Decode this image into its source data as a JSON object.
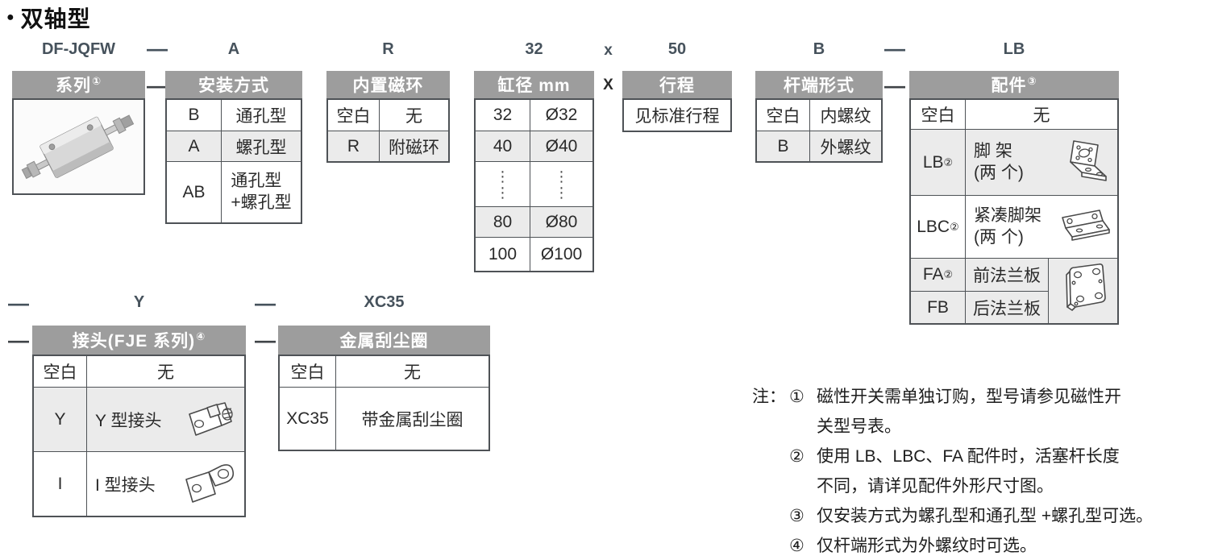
{
  "title": {
    "bullet": "●",
    "text": "双轴型"
  },
  "code_line1": {
    "series": "DF-JQFW",
    "dash1": "—",
    "mounting": "A",
    "magnet": "R",
    "bore": "32",
    "times": "x",
    "stroke": "50",
    "rod_end": "B",
    "dash2": "—",
    "accessory": "LB"
  },
  "code_line2": {
    "dash1": "—",
    "joint": "Y",
    "dash2": "—",
    "wiper": "XC35"
  },
  "connectors": {
    "header_dash1": "—",
    "header_times": "X",
    "header_dash2": "—",
    "row2_code_dash1": "—",
    "row2_code_dash2": "—",
    "row2_header_dash1": "—",
    "row2_header_dash2": "—"
  },
  "tables": {
    "series": {
      "header": "系列",
      "header_sup": "①",
      "image": "double-rod-compact-cylinder-photo"
    },
    "mounting": {
      "header": "安装方式",
      "rows": [
        {
          "code": "B",
          "label": "通孔型"
        },
        {
          "code": "A",
          "label": "螺孔型"
        },
        {
          "code": "AB",
          "label": "通孔型",
          "label2": "+螺孔型"
        }
      ]
    },
    "magnet": {
      "header": "内置磁环",
      "rows": [
        {
          "code": "空白",
          "label": "无"
        },
        {
          "code": "R",
          "label": "附磁环"
        }
      ]
    },
    "bore": {
      "header": "缸径 mm",
      "rows": [
        {
          "code": "32",
          "label": "Ø32"
        },
        {
          "code": "40",
          "label": "Ø40"
        },
        {
          "code": "⋮\n⋮",
          "label": "⋮\n⋮"
        },
        {
          "code": "80",
          "label": "Ø80"
        },
        {
          "code": "100",
          "label": "Ø100"
        }
      ]
    },
    "stroke": {
      "header": "行程",
      "rows": [
        {
          "label": "见标准行程"
        }
      ]
    },
    "rod_end": {
      "header": "杆端形式",
      "rows": [
        {
          "code": "空白",
          "label": "内螺纹"
        },
        {
          "code": "B",
          "label": "外螺纹"
        }
      ]
    },
    "accessory": {
      "header": "配件",
      "header_sup": "③",
      "rows": [
        {
          "code": "空白",
          "label": "无"
        },
        {
          "code": "LB",
          "code_sup": "②",
          "label": "脚 架",
          "label2": "(两 个)",
          "icon": "foot-bracket-icon"
        },
        {
          "code": "LBC",
          "code_sup": "②",
          "label": "紧凑脚架",
          "label2": "(两 个)",
          "icon": "compact-foot-bracket-icon"
        },
        {
          "code": "FA",
          "code_sup": "②",
          "label": "前法兰板"
        },
        {
          "code": "FB",
          "label": "后法兰板"
        }
      ],
      "shared_icon": "flange-plate-icon"
    },
    "joint": {
      "header": "接头(FJE 系列)",
      "header_sup": "④",
      "rows": [
        {
          "code": "空白",
          "label": "无"
        },
        {
          "code": "Y",
          "label": "Y 型接头",
          "icon": "y-clevis-joint-icon"
        },
        {
          "code": "I",
          "label": "I 型接头",
          "icon": "i-eye-joint-icon"
        }
      ]
    },
    "wiper": {
      "header": "金属刮尘圈",
      "rows": [
        {
          "code": "空白",
          "label": "无"
        },
        {
          "code": "XC35",
          "label": "带金属刮尘圈"
        }
      ]
    }
  },
  "notes": {
    "prefix": "注：",
    "items": [
      {
        "num": "①",
        "l1": "磁性开关需单独订购，型号请参见磁性开",
        "l2": "关型号表。"
      },
      {
        "num": "②",
        "l1": "使用 LB、LBC、FA 配件时，活塞杆长度",
        "l2": "不同，请详见配件外形尺寸图。"
      },
      {
        "num": "③",
        "l1": "仅安装方式为螺孔型和通孔型 +螺孔型可选。"
      },
      {
        "num": "④",
        "l1": "仅杆端形式为外螺纹时可选。"
      }
    ]
  },
  "colors": {
    "header_bg": "#9d9d9d",
    "table_border": "#4e5256",
    "row_alt": "#ebebeb",
    "code_text": "#46525c"
  }
}
